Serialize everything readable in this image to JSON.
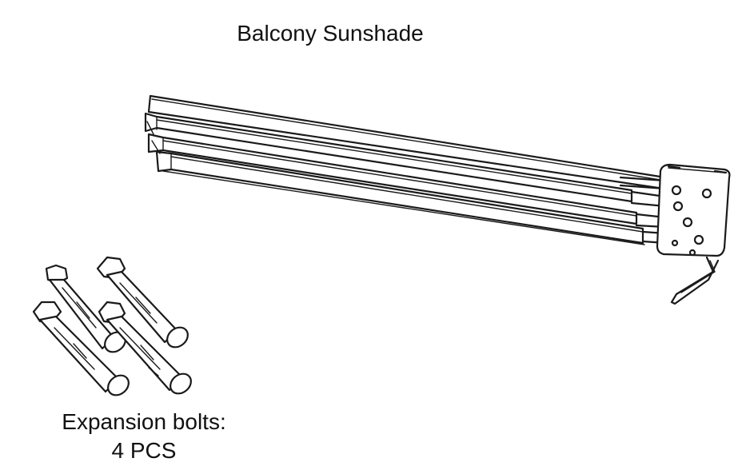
{
  "title": "Balcony Sunshade",
  "parts": {
    "bolts_label": "Expansion bolts:",
    "bolts_quantity": "4 PCS"
  },
  "colors": {
    "line": "#1a1a1a",
    "background": "#ffffff"
  }
}
